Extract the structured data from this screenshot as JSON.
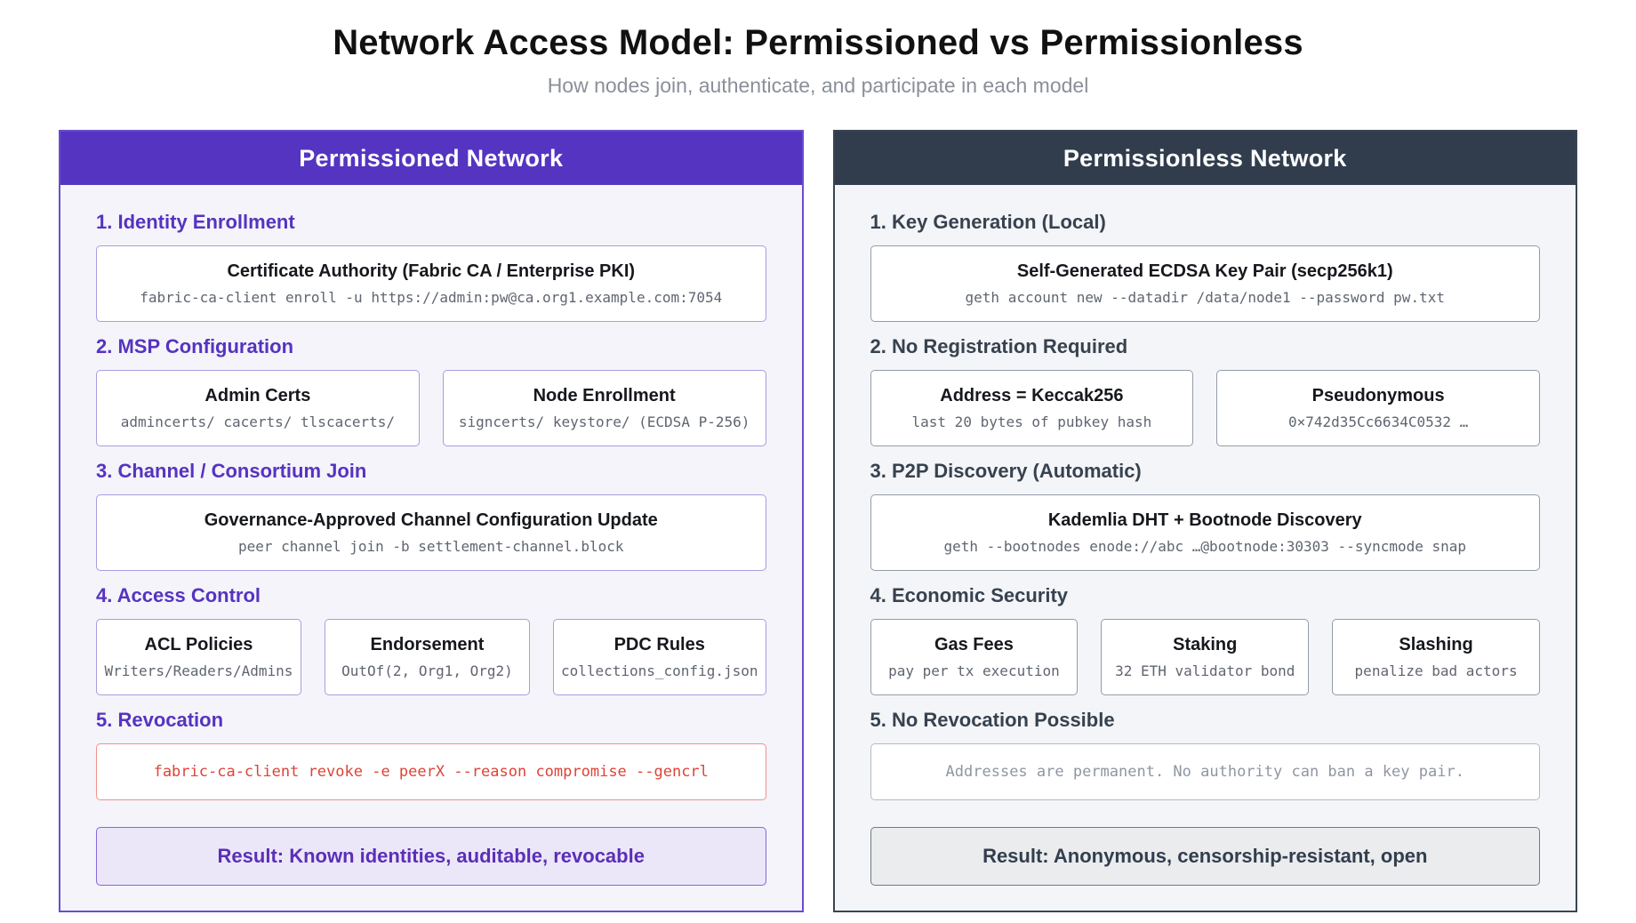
{
  "page": {
    "title": "Network Access Model: Permissioned vs Permissionless",
    "subtitle": "How nodes join, authenticate, and participate in each model"
  },
  "colors": {
    "permissioned_header_bg": "#5434c1",
    "permissioned_accent": "#5633c0",
    "permissioned_result_bg": "#ece7f8",
    "permissionless_header_bg": "#313d4d",
    "permissionless_accent": "#37424f",
    "permissionless_result_bg": "#ebecee",
    "revocation_red": "#dd4437",
    "code_gray": "#5f6570"
  },
  "left": {
    "header": "Permissioned Network",
    "sections": [
      {
        "heading": "1. Identity Enrollment",
        "boxes": [
          {
            "title": "Certificate Authority (Fabric CA / Enterprise PKI)",
            "code": "fabric-ca-client enroll -u https://admin:pw@ca.org1.example.com:7054"
          }
        ]
      },
      {
        "heading": "2. MSP Configuration",
        "boxes": [
          {
            "title": "Admin Certs",
            "code": "admincerts/ cacerts/ tlscacerts/"
          },
          {
            "title": "Node Enrollment",
            "code": "signcerts/ keystore/ (ECDSA P-256)"
          }
        ]
      },
      {
        "heading": "3. Channel / Consortium Join",
        "boxes": [
          {
            "title": "Governance-Approved Channel Configuration Update",
            "code": "peer channel join -b settlement-channel.block"
          }
        ]
      },
      {
        "heading": "4. Access Control",
        "boxes": [
          {
            "title": "ACL Policies",
            "code": "Writers/Readers/Admins"
          },
          {
            "title": "Endorsement",
            "code": "OutOf(2, Org1, Org2)"
          },
          {
            "title": "PDC Rules",
            "code": "collections_config.json"
          }
        ]
      },
      {
        "heading": "5. Revocation",
        "alert_code": "fabric-ca-client revoke -e peerX --reason compromise --gencrl"
      }
    ],
    "result": "Result: Known identities, auditable, revocable"
  },
  "right": {
    "header": "Permissionless Network",
    "sections": [
      {
        "heading": "1. Key Generation (Local)",
        "boxes": [
          {
            "title": "Self-Generated ECDSA Key Pair (secp256k1)",
            "code": "geth account new --datadir /data/node1 --password pw.txt"
          }
        ]
      },
      {
        "heading": "2. No Registration Required",
        "boxes": [
          {
            "title": "Address = Keccak256",
            "code": "last 20 bytes of pubkey hash"
          },
          {
            "title": "Pseudonymous",
            "code": "0×742d35Cc6634C0532 …"
          }
        ]
      },
      {
        "heading": "3. P2P Discovery (Automatic)",
        "boxes": [
          {
            "title": "Kademlia DHT + Bootnode Discovery",
            "code": "geth --bootnodes enode://abc …@bootnode:30303 --syncmode snap"
          }
        ]
      },
      {
        "heading": "4. Economic Security",
        "boxes": [
          {
            "title": "Gas Fees",
            "code": "pay per tx execution"
          },
          {
            "title": "Staking",
            "code": "32 ETH validator bond"
          },
          {
            "title": "Slashing",
            "code": "penalize bad actors"
          }
        ]
      },
      {
        "heading": "5. No Revocation Possible",
        "note": "Addresses are permanent. No authority can ban a key pair."
      }
    ],
    "result": "Result: Anonymous, censorship-resistant, open"
  }
}
